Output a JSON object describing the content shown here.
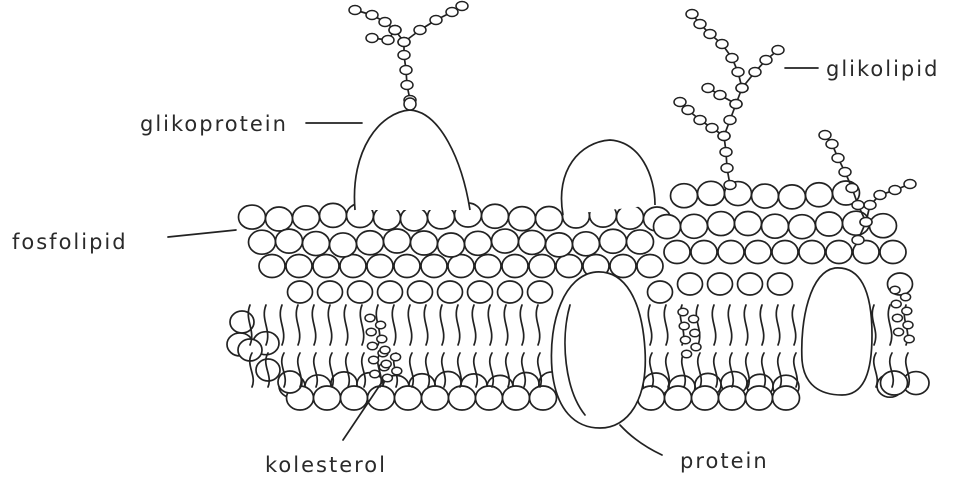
{
  "labels": {
    "glycoprotein": "glikoprotein",
    "glycolipid": "glikolipid",
    "phospholipid": "fosfolipid",
    "cholesterol": "kolesterol",
    "protein": "protein"
  },
  "colors": {
    "ink": "#222222",
    "paper": "#ffffff"
  }
}
